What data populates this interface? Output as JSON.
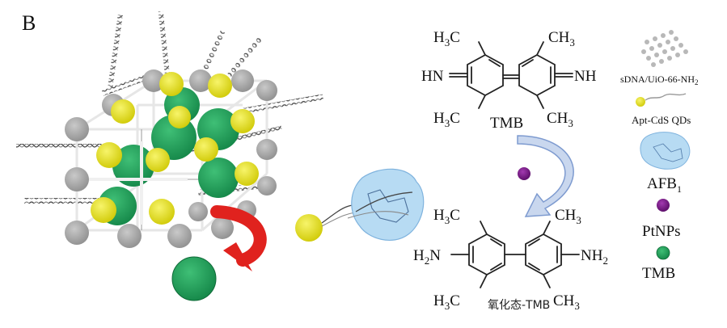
{
  "panel_label": "B",
  "tmb_top": {
    "left_top": {
      "h": "H",
      "sub": "3",
      "c": "C"
    },
    "right_top": {
      "c": "CH",
      "sub": "3"
    },
    "left_mid": "HN",
    "right_mid": "NH",
    "left_bot": {
      "h": "H",
      "sub": "3",
      "c": "C"
    },
    "right_bot": {
      "c": "CH",
      "sub": "3"
    },
    "name": "TMB"
  },
  "tmb_bottom": {
    "left_top": {
      "h": "H",
      "sub": "3",
      "c": "C"
    },
    "right_top": {
      "c": "CH",
      "sub": "3"
    },
    "left_mid": {
      "h": "H",
      "sub": "2",
      "n": "N"
    },
    "right_mid": {
      "n": "NH",
      "sub": "2"
    },
    "left_bot": {
      "h": "H",
      "sub": "3",
      "c": "C"
    },
    "right_bot": {
      "c": "CH",
      "sub": "3"
    },
    "name": "氧化态-TMB"
  },
  "legend": {
    "mof": {
      "main": "sDNA/UiO-66-NH",
      "sub": "2"
    },
    "qd": "Apt-CdS QDs",
    "afb": {
      "main": "AFB",
      "sub": "1"
    },
    "pt": "PtNPs",
    "tmb": "TMB"
  },
  "colors": {
    "yellow": "#e6e213",
    "green": "#1f9e5a",
    "gray": "#a7a7a7",
    "red": "#e0221e",
    "purple": "#7a1a86",
    "afb_blue": "#a9d2ef",
    "arrow_blue": "#8da8d6"
  }
}
